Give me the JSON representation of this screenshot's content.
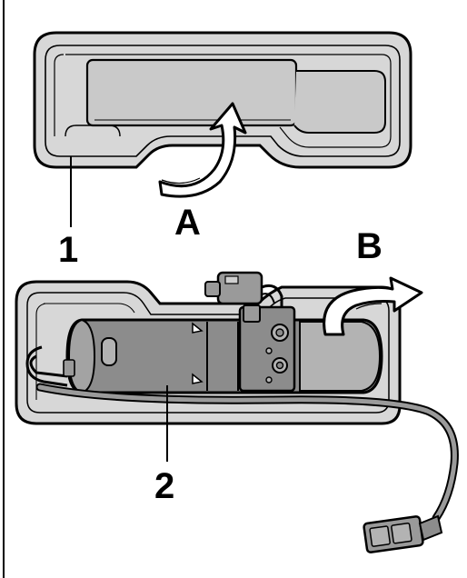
{
  "callouts": {
    "part_1": "1",
    "part_2": "2",
    "step_a": "A",
    "step_b": "B"
  },
  "colors": {
    "panel_fill": "#d7d7d7",
    "shell_fill": "#c9c9c9",
    "unit_dark": "#8c8c8c",
    "unit_light": "#b3b3b3",
    "outline": "#000000"
  }
}
